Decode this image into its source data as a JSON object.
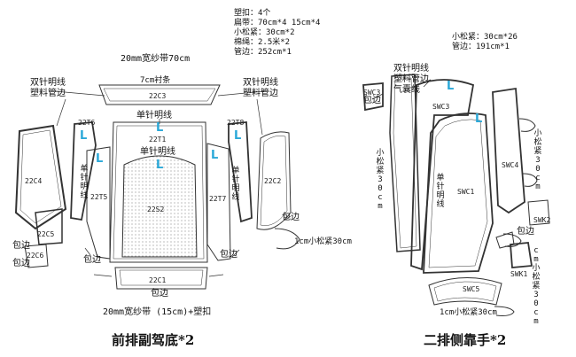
{
  "specs_left": {
    "line1": "塑扣：4个",
    "line2": "扁带：70cm*4  15cm*4",
    "line3": "小松紧：30cm*2",
    "line4": "棉绳：2.5米*2",
    "line5": "管边：252cm*1"
  },
  "specs_right": {
    "line1": "小松紧：30cm*26",
    "line2": "管边：191cm*1"
  },
  "titles": {
    "left": "前排副驾底*2",
    "right": "二排侧靠手*2"
  },
  "labels": {
    "gauze_top": "20mm宽纱带70cm",
    "lining": "7cm衬条",
    "double_needle_a": "双针明线",
    "plastic_pipe_a": "塑料管边",
    "double_needle_b": "双针明线",
    "plastic_pipe_b": "塑料管边",
    "single_needle_top": "单针明线",
    "single_needle_mid": "单针明线",
    "single_needle_left": "单针明线",
    "single_needle_right": "单针明线",
    "piping_1": "包边",
    "piping_2": "包边",
    "piping_3": "包边",
    "piping_4": "包边",
    "piping_5": "包边",
    "piping_6": "包边",
    "elastic_30": "1cm小松紧30cm",
    "gauze_bottom": "20mm宽纱带 (15cm)+塑扣",
    "double_needle_c": "双针明线",
    "plastic_pipe_c": "塑料管边",
    "air_duct": "气囊线",
    "piping_r1": "包边",
    "piping_r2": "包边",
    "single_needle_r": "单针明线",
    "elastic_v1": "小松紧30cm",
    "elastic_v2": "小松紧30cm",
    "elastic_v3": "cm小松紧30cm",
    "elastic_r_bottom": "1cm小松紧30cm"
  },
  "parts": {
    "c3": "22C3",
    "t6": "22T6",
    "t1": "22T1",
    "t8": "22T8",
    "c4": "22C4",
    "t5": "22T5",
    "s2": "22S2",
    "t7": "22T7",
    "c2": "22C2",
    "c5": "22C5",
    "c6": "22C6",
    "c1": "22C1",
    "swc3a": "SWC3",
    "swc3b": "SWC3",
    "swc1": "SWC1",
    "swc4": "SWC4",
    "swk2": "SWK2",
    "swk1": "SWK1",
    "swc5": "SWC5"
  },
  "marks": {
    "l": "L"
  }
}
